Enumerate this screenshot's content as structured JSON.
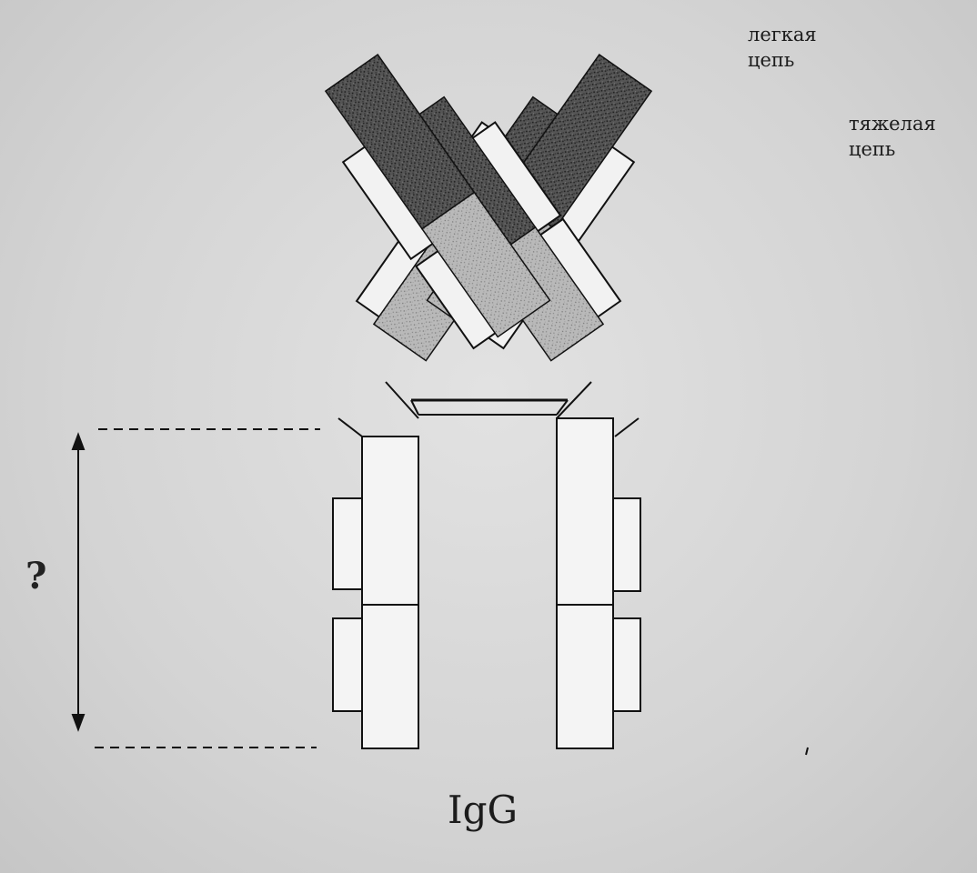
{
  "labels": {
    "light_chain": [
      "легкая",
      "цепь"
    ],
    "heavy_chain": [
      "тяжелая",
      "цепь"
    ],
    "question_mark": "?",
    "title": "IgG"
  },
  "colors": {
    "background": "#d6d6d6",
    "line": "#1a1a1a",
    "variable_domain": "#4a4a4a",
    "constant_domain": "#a8a8a8"
  }
}
